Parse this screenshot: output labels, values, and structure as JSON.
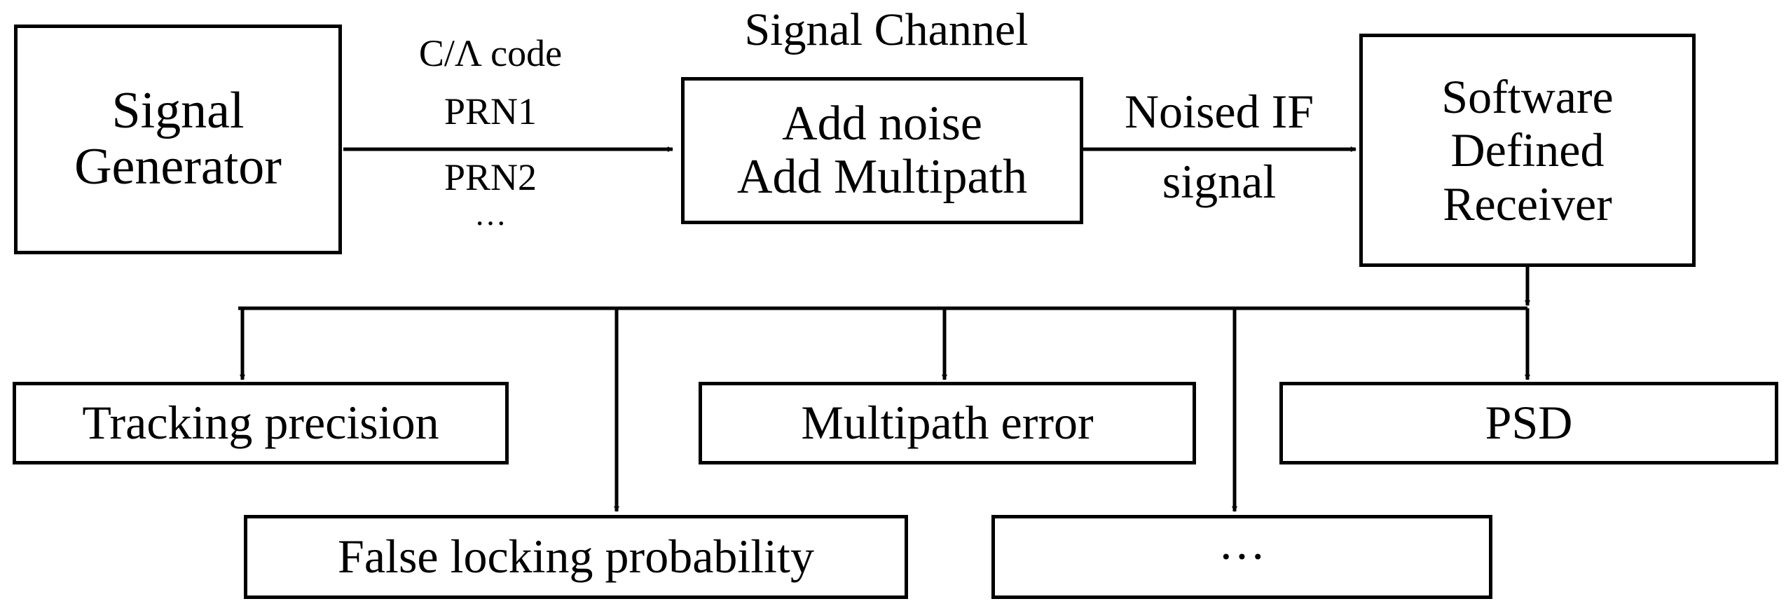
{
  "nodes": {
    "signal_generator": [
      "Signal",
      "Generator"
    ],
    "signal_channel_title": "Signal Channel",
    "signal_channel": [
      "Add noise",
      "Add Multipath"
    ],
    "receiver": [
      "Software",
      "Defined",
      "Receiver"
    ],
    "tracking_precision": "Tracking precision",
    "multipath_error": "Multipath error",
    "psd": "PSD",
    "false_locking": "False locking probability",
    "more_outputs": "···"
  },
  "edges": {
    "generator_to_channel": [
      "C/Λ code",
      "PRN1",
      "PRN2",
      "···"
    ],
    "channel_to_receiver": [
      "Noised IF",
      "signal"
    ]
  }
}
